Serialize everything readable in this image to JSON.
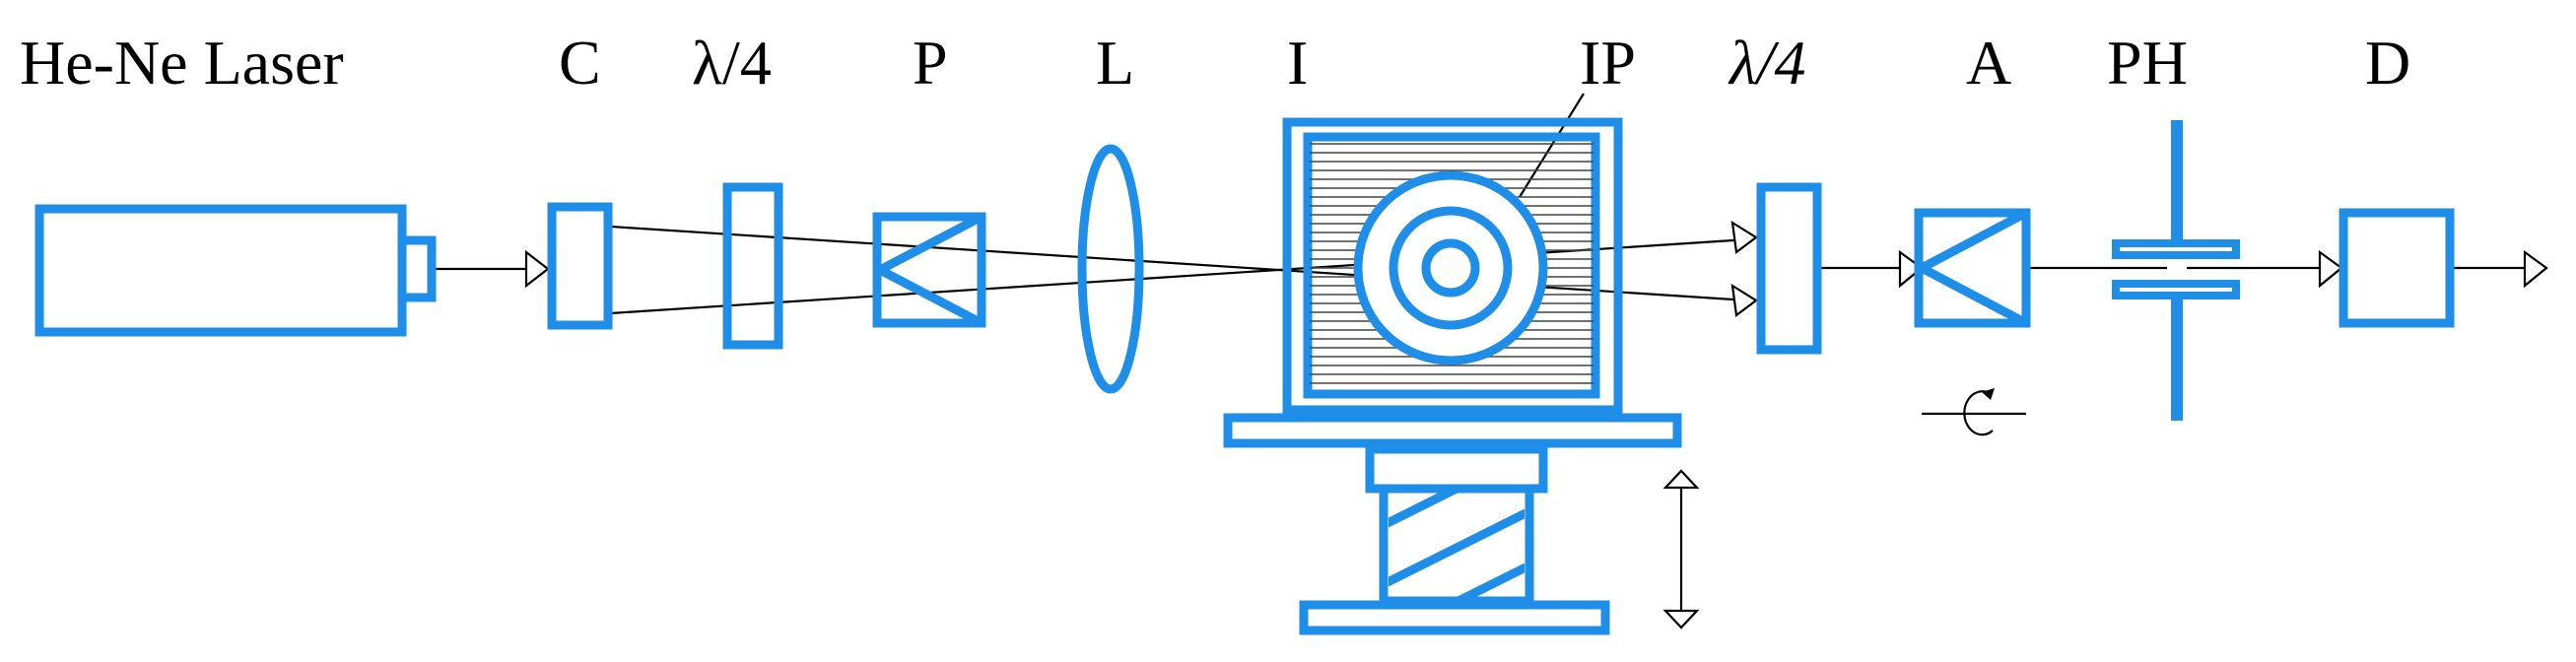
{
  "labels": {
    "laser": "He-Ne Laser",
    "collimator": "C",
    "quarter_wave_1": "λ/4",
    "polarizer": "P",
    "lens": "L",
    "interferometer": "I",
    "image_plane": "IP",
    "quarter_wave_2": "λ/4",
    "analyzer": "A",
    "pinhole": "PH",
    "detector": "D"
  },
  "colors": {
    "component": "#1f8ee8",
    "beam": "#000000"
  }
}
